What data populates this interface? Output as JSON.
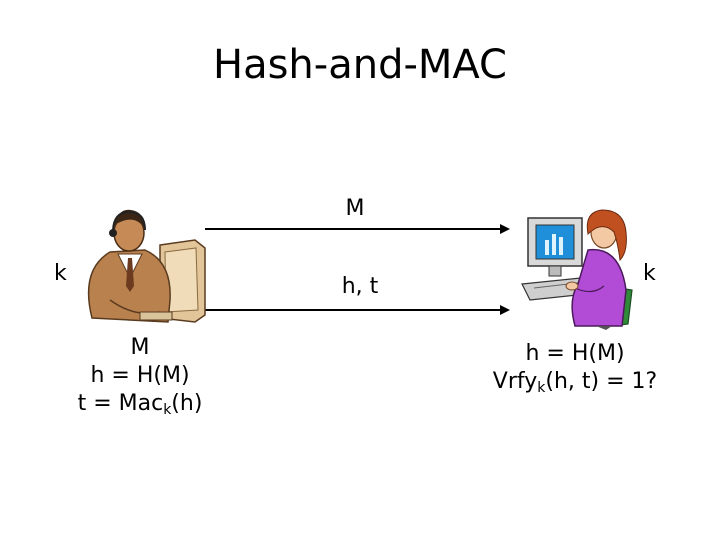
{
  "title": "Hash-and-MAC",
  "arrow_top_label": "M",
  "arrow_bottom_label": "h, t",
  "sender": {
    "key_label": "k",
    "lines": [
      "M",
      "h = H(M)"
    ],
    "mac_prefix": "t = Mac",
    "mac_sub": "k",
    "mac_suffix": "(h)"
  },
  "receiver": {
    "key_label": "k",
    "line1": "h = H(M)",
    "vrfy_prefix": "Vrfy",
    "vrfy_sub": "k",
    "vrfy_suffix": "(h, t) = 1?"
  }
}
